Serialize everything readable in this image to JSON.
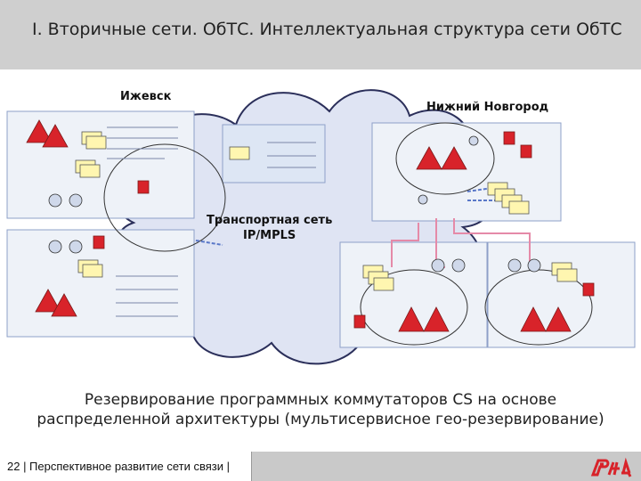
{
  "slide": {
    "title": "I. Вторичные сети. ОбТС. Интеллектуальная структура сети ОбТС",
    "labels": {
      "izhevsk": "Ижевск",
      "nizhny": "Нижний Новгород",
      "transport": "Транспортная сеть\nIP/MPLS"
    },
    "caption_line1": "Резервирование программных коммутаторов CS на основе",
    "caption_line2": "распределенной архитектуры (мультисервисное гео-резервирование)",
    "footer": {
      "page": "22",
      "text": "22 | Перспективное развитие сети связи |"
    },
    "logo": "ржд"
  },
  "colors": {
    "accent_red": "#d8232a",
    "cloud_fill": "#dfe4f3",
    "cloud_stroke": "#2b2f5a",
    "panel_fill": "#e9eef6",
    "node_yellow": "#fff6b0",
    "link_pink": "#e58aa8",
    "link_blue": "#5a78c8"
  }
}
